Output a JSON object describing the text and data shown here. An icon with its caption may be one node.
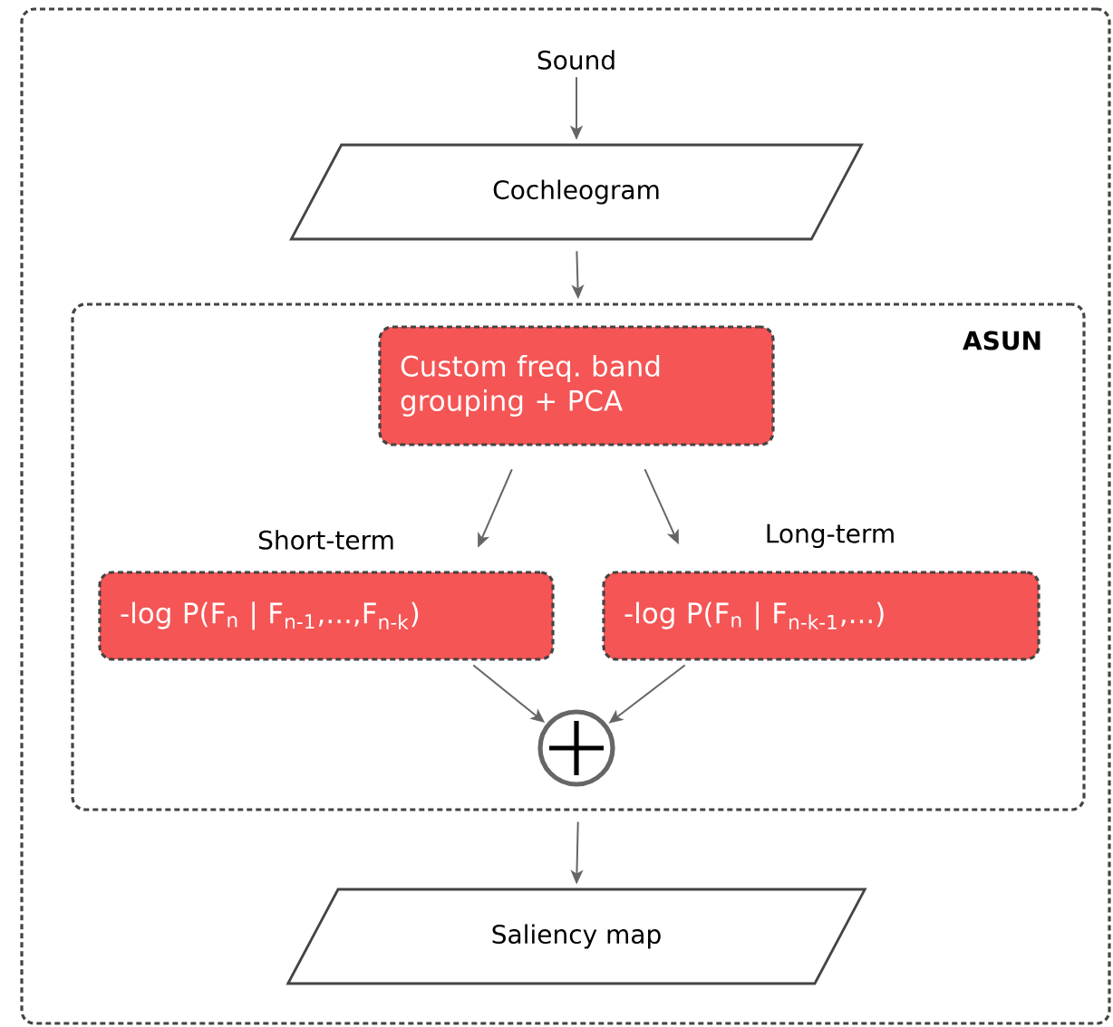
{
  "diagram": {
    "nodes": [
      {
        "text": [],
        "shape": "box"
      },
      {
        "text": [
          "Sound"
        ],
        "in": 0
      },
      {
        "text": [
          "Cochleogram"
        ],
        "in": 0
      },
      {
        "text": [
          "ASUN"
        ],
        "in": 0
      },
      {
        "text": [
          "Custom freq. band grouping + PCA"
        ],
        "in": 3
      },
      {
        "text": [
          "-log P(F$_{n}$ | F$_{n-1}$,...,F$_{n-k}$)"
        ],
        "beside": [
          "Short-term"
        ],
        "in": 3
      },
      {
        "text": [
          "-log P(F$_{n}$ | F$_{n-k-1}$,...)"
        ],
        "beside": [
          "Long-term"
        ],
        "in": 3
      },
      {
        "text": [],
        "shape": "circle",
        "in": 3
      },
      {
        "text": [
          "Saliency map"
        ],
        "in": 0
      }
    ],
    "edges": [
      {
        "from": 1,
        "to": 2,
        "arrow": "to"
      },
      {
        "from": 2,
        "to": 3,
        "arrow": "to"
      },
      {
        "from": 4,
        "to": 5,
        "arrow": "to"
      },
      {
        "from": 4,
        "to": 6,
        "arrow": "to"
      },
      {
        "from": 5,
        "to": 7,
        "arrow": "to"
      },
      {
        "from": 6,
        "to": 7,
        "arrow": "to"
      },
      {
        "from": 3,
        "to": 8,
        "arrow": "to"
      }
    ]
  }
}
